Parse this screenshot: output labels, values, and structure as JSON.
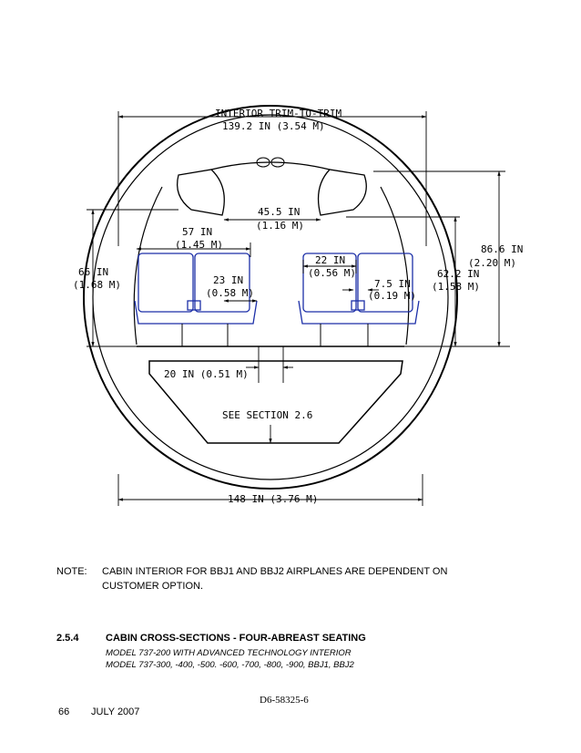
{
  "drawing": {
    "dimensions": {
      "trim_title": "INTERIOR TRIM-TO-TRIM",
      "trim_value": "139.2 IN (3.54 M)",
      "bin_gap_1": "45.5 IN",
      "bin_gap_2": "(1.16 M)",
      "overall_height_1": "86.6 IN",
      "overall_height_2": "(2.20 M)",
      "seat_left_width_1": "57 IN",
      "seat_left_width_2": "(1.45 M)",
      "height_left_1": "66 IN",
      "height_left_2": "(1.68 M)",
      "aisle_1": "23 IN",
      "aisle_2": "(0.58 M)",
      "seat_cushion_1": "22 IN",
      "seat_cushion_2": "(0.56 M)",
      "armrest_1": "7.5 IN",
      "armrest_2": "(0.19 M)",
      "height_right_1": "62.2 IN",
      "height_right_2": "(1.58 M)",
      "floor_width": "20 IN (0.51 M)",
      "see_section": "SEE SECTION 2.6",
      "fuselage_width": "148 IN (3.76 M)"
    }
  },
  "note": {
    "label": "NOTE:",
    "text": "CABIN INTERIOR FOR BBJ1 AND BBJ2 AIRPLANES ARE DEPENDENT ON CUSTOMER OPTION."
  },
  "section": {
    "number": "2.5.4",
    "title": "CABIN CROSS-SECTIONS - FOUR-ABREAST SEATING",
    "models": [
      "MODEL 737-200 WITH ADVANCED TECHNOLOGY INTERIOR",
      "MODEL 737-300, -400, -500. -600, -700, -800, -900, BBJ1, BBJ2"
    ]
  },
  "footer": {
    "doc_number": "D6-58325-6",
    "page": "66",
    "date": "JULY 2007"
  },
  "colors": {
    "seat_outline": "#1c2fa8",
    "ink": "#000000"
  }
}
